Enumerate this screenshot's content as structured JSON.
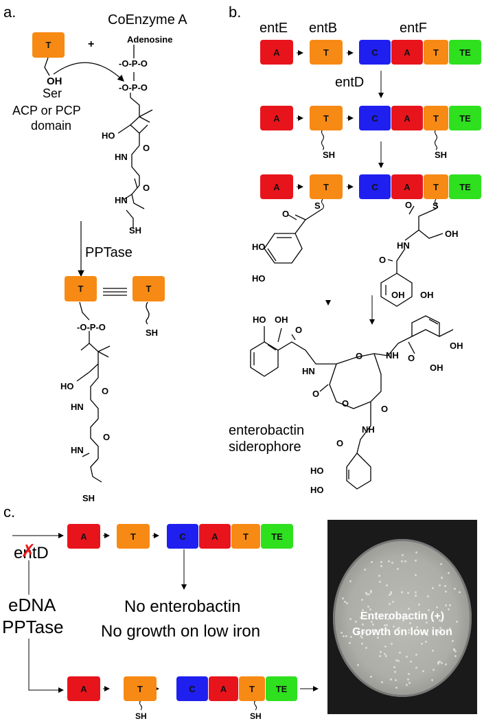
{
  "panels": {
    "a": "a.",
    "b": "b.",
    "c": "c."
  },
  "panel_a": {
    "domain_T": "T",
    "plus": "+",
    "coenzyme_title": "CoEnzyme A",
    "adenosine": "Adenosine",
    "oh": "OH",
    "ser": "Ser",
    "acp_line1": "ACP or PCP",
    "acp_line2": "domain",
    "pptase": "PPTase",
    "ho": "HO",
    "hn": "HN",
    "sh": "SH",
    "o": "O",
    "p": "P",
    "neg_o": "-O"
  },
  "panel_b": {
    "entE": "entE",
    "entB": "entB",
    "entF": "entF",
    "entD": "entD",
    "domains": [
      "A",
      "T",
      "C",
      "A",
      "T",
      "TE"
    ],
    "sh": "SH",
    "s": "S",
    "o": "O",
    "oh": "OH",
    "ho": "HO",
    "hn": "HN",
    "nh": "NH",
    "enterobactin_line1": "enterobactin",
    "enterobactin_line2": "siderophore"
  },
  "panel_c": {
    "gene_prefix": "e",
    "gene_suffix": "tD",
    "gene_strike": "n",
    "edna_line1": "eDNA",
    "edna_line2": "PPTase",
    "no_entero": "No enterobactin",
    "no_growth": "No growth on low iron",
    "plate_line1": "Enterobactin (+)",
    "plate_line2": "Growth on low iron",
    "domains": [
      "A",
      "T",
      "C",
      "A",
      "T",
      "TE"
    ],
    "sh": "SH"
  },
  "colors": {
    "A": "#e8141c",
    "T": "#f78a14",
    "C": "#1f1ff0",
    "TE": "#2ee01e"
  }
}
